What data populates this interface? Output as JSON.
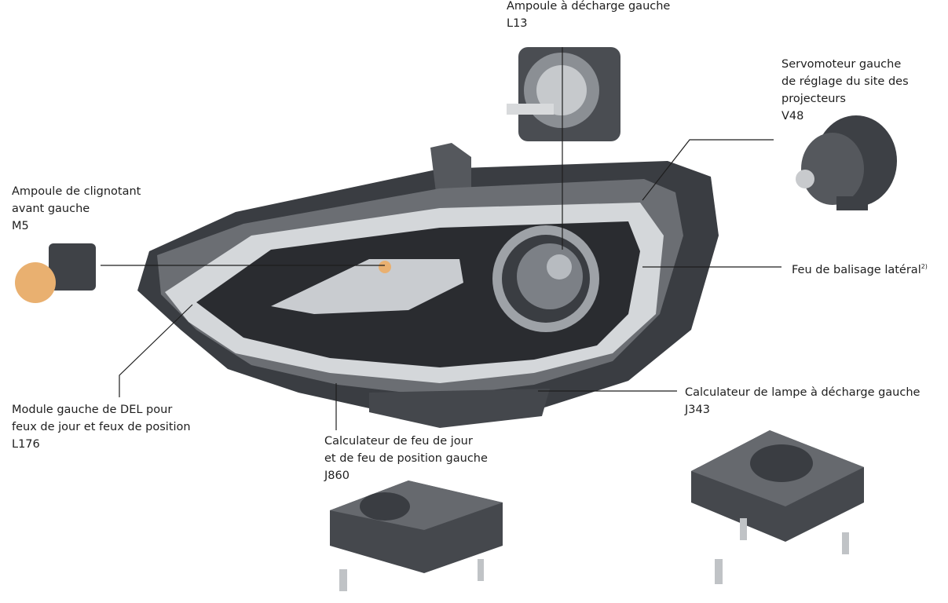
{
  "labels": {
    "l13": {
      "lines": [
        "Ampoule à décharge gauche",
        "L13"
      ]
    },
    "v48": {
      "lines": [
        "Servomoteur gauche",
        "de réglage du site des",
        "projecteurs",
        "V48"
      ]
    },
    "m5": {
      "lines": [
        "Ampoule de clignotant",
        "avant gauche",
        "M5"
      ]
    },
    "side_marker": {
      "text": "Feu de balisage latéral",
      "footnote": "2)"
    },
    "l176": {
      "lines": [
        "Module gauche de DEL pour",
        "feux de jour et feux de position",
        "L176"
      ]
    },
    "j860": {
      "lines": [
        "Calculateur de feu de jour",
        "et de feu de position gauche",
        "J860"
      ]
    },
    "j343": {
      "lines": [
        "Calculateur de lampe à décharge gauche",
        "J343"
      ]
    }
  },
  "colors": {
    "text": "#1e1e1e",
    "housing": "#3a3d42",
    "lens": "#c9ccd0",
    "bulb_amber": "#e9b070"
  }
}
